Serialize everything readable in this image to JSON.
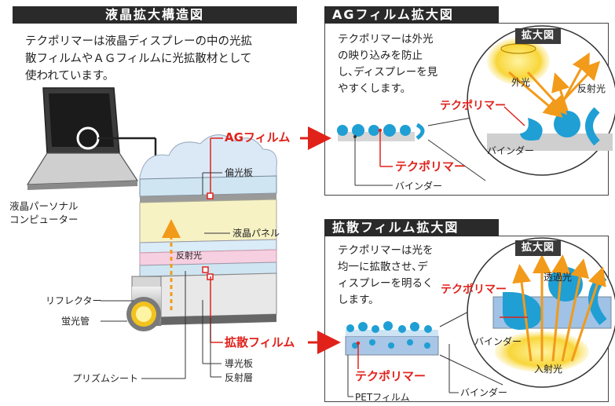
{
  "structure": {
    "title": "液晶拡大構造図",
    "description": [
      "テクポリマーは液晶ディスプレーの中の光拡",
      "散フィルムやＡＧフィルムに光拡散材として",
      "使われています。"
    ],
    "labels": {
      "pc": [
        "液晶パーソナル",
        "コンピューター"
      ],
      "ag_film": "AGフィルム",
      "diffusion_film": "拡散フィルム",
      "polarizer": "偏光板",
      "lc_panel": "液晶パネル",
      "reflected_light": "反射光",
      "reflector": "リフレクター",
      "fluorescent_tube": "蛍光管",
      "prism_sheet": "プリズムシート",
      "light_guide": "導光板",
      "reflective_layer": "反射層"
    }
  },
  "ag_panel": {
    "title": "AGフィルム拡大図",
    "description": [
      "テクポリマーは外光",
      "の映り込みを防止",
      "し､ディスプレーを見",
      "やすくします。"
    ],
    "zoom_title": "拡大図",
    "outside_light": "外光",
    "reflected_light": "反射光",
    "techpolymer_zoom": "テクポリマー",
    "binder_zoom": "バインダー",
    "techpolymer": "テクポリマー",
    "binder": "バインダー"
  },
  "diffusion_panel": {
    "title": "拡散フィルム拡大図",
    "description": [
      "テクポリマーは光を",
      "均一に拡散させ､デ",
      "ィスプレーを明るく",
      "します。"
    ],
    "zoom_title": "拡大図",
    "transmitted_light": "透過光",
    "techpolymer_zoom": "テクポリマー",
    "binder_zoom": "バインダー",
    "incident_light": "入射光",
    "techpolymer": "テクポリマー",
    "pet_film": "PETフィルム",
    "binder": "バインダー"
  },
  "colors": {
    "accent_red": "#e0221b",
    "header_bg": "#2a2a2a",
    "bead_blue": "#1f9fd4",
    "light_yellow": "#f5c400"
  }
}
